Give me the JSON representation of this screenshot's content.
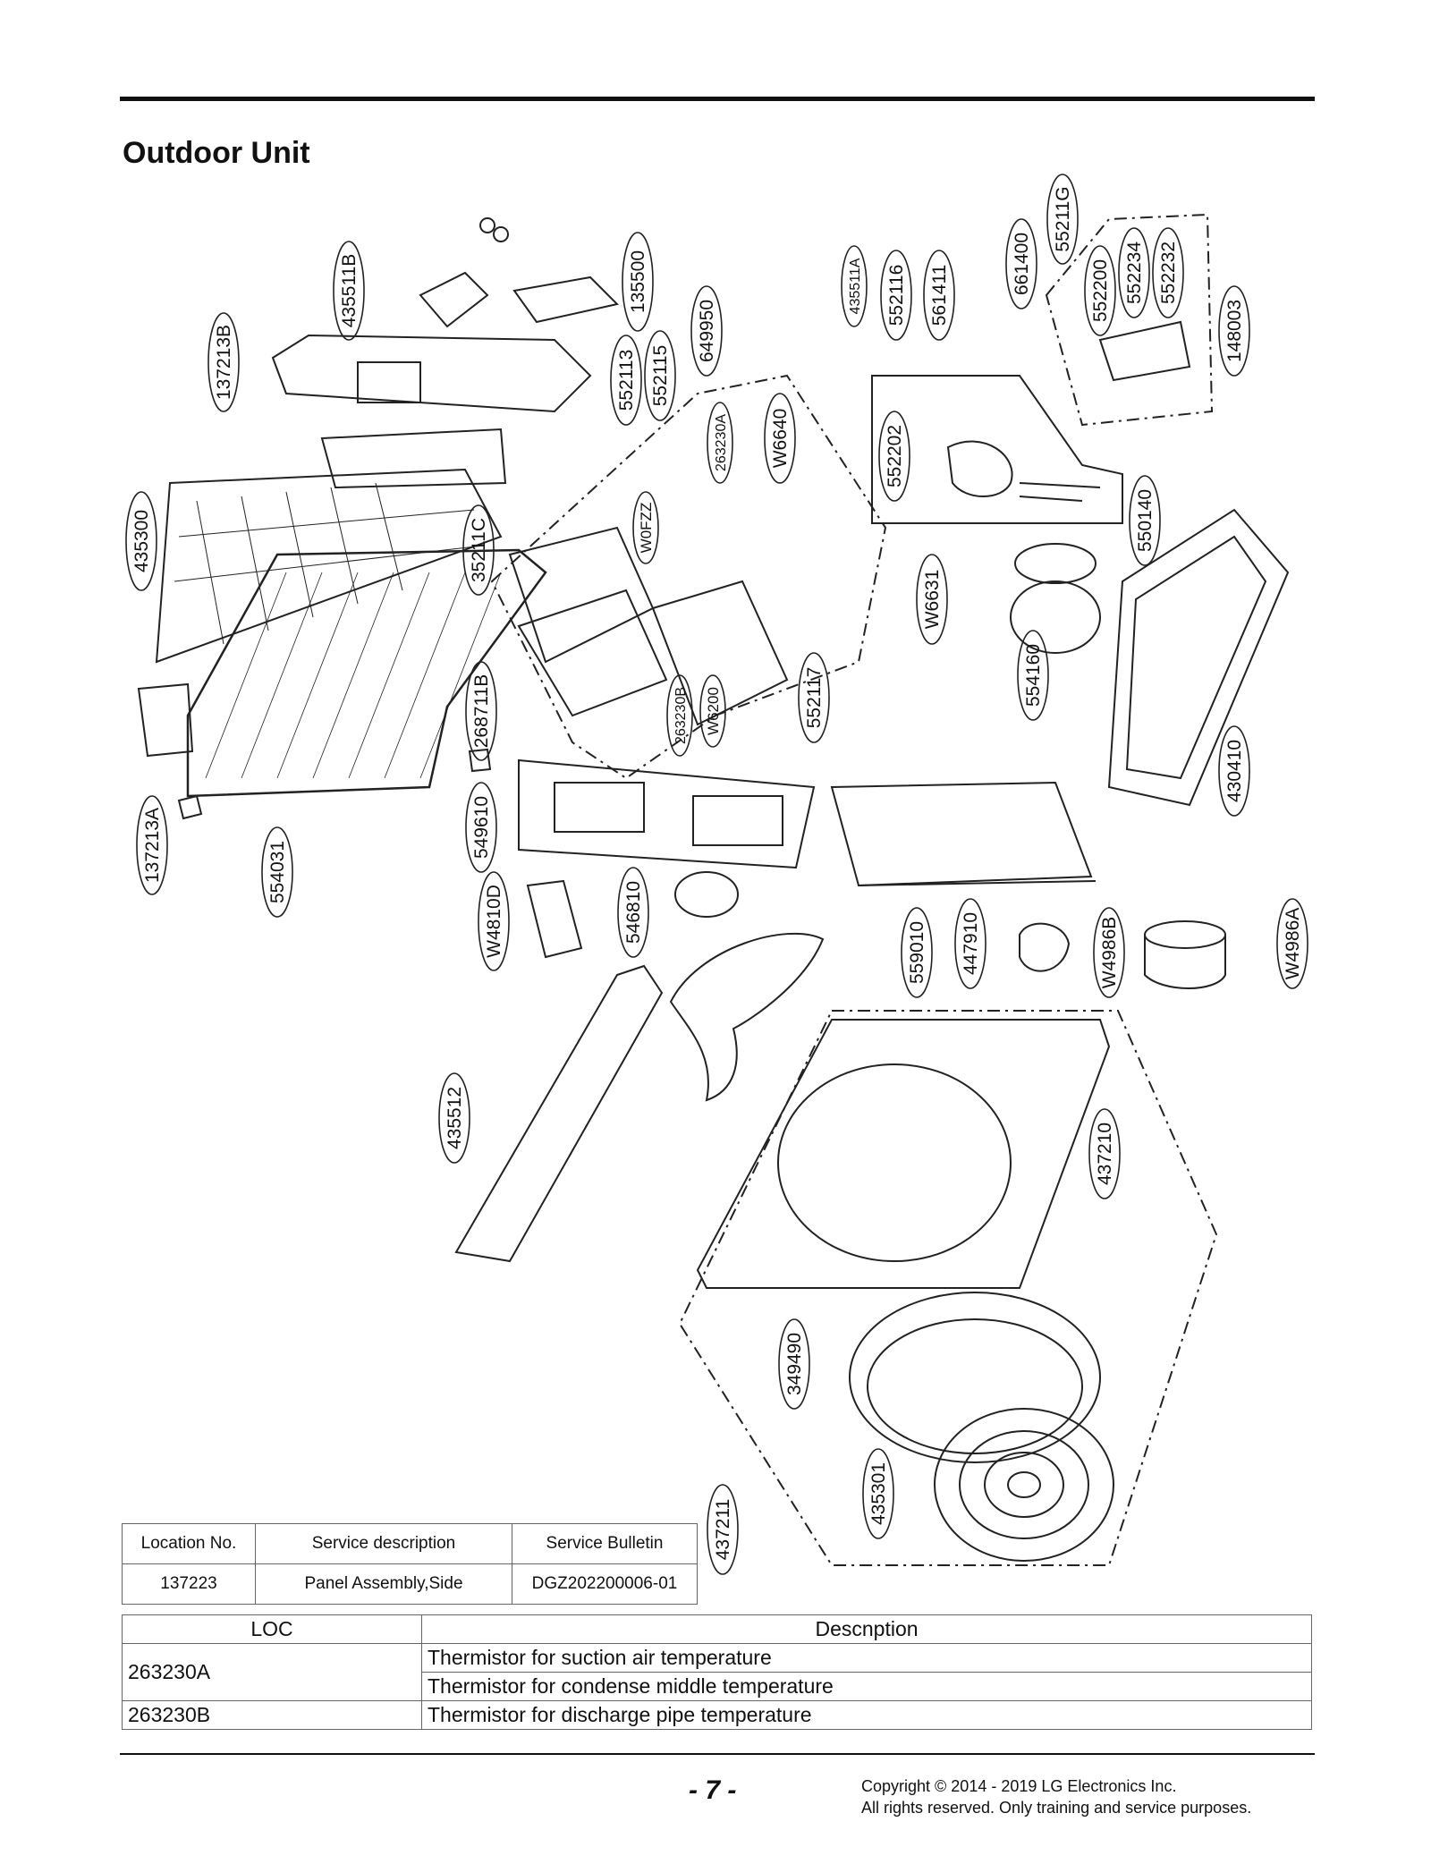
{
  "page_title": "Outdoor Unit",
  "callouts": [
    "435511B",
    "135500",
    "137213B",
    "552113",
    "552115",
    "649950",
    "435511A",
    "552116",
    "561411",
    "661400",
    "55211G",
    "552200",
    "552234",
    "552232",
    "148003",
    "263230A",
    "W6640",
    "552202",
    "435300",
    "W0FZZ",
    "35211C",
    "550140",
    "W6631",
    "268711B",
    "554160",
    "552117",
    "263230B",
    "W6200",
    "430410",
    "137213A",
    "554031",
    "549610",
    "W4810D",
    "546810",
    "559010",
    "447910",
    "W4986B",
    "W4986A",
    "435512",
    "437210",
    "349490",
    "437211",
    "435301"
  ],
  "service_bulletin": {
    "headers": [
      "Location No.",
      "Service description",
      "Service Bulletin"
    ],
    "row": [
      "137223",
      "Panel Assembly,Side",
      "DGZ202200006-01"
    ]
  },
  "loc_table": {
    "headers": [
      "LOC",
      "Descnption"
    ],
    "rows": [
      {
        "loc": "263230A",
        "descriptions": [
          "Thermistor for suction air temperature",
          "Thermistor for condense middle temperature"
        ]
      },
      {
        "loc": "263230B",
        "descriptions": [
          "Thermistor for discharge pipe temperature"
        ]
      }
    ]
  },
  "footer": {
    "page_number": "- 7 -",
    "copyright_line1": "Copyright © 2014 - 2019 LG Electronics Inc.",
    "copyright_line2": "All rights reserved. Only training and service purposes."
  }
}
